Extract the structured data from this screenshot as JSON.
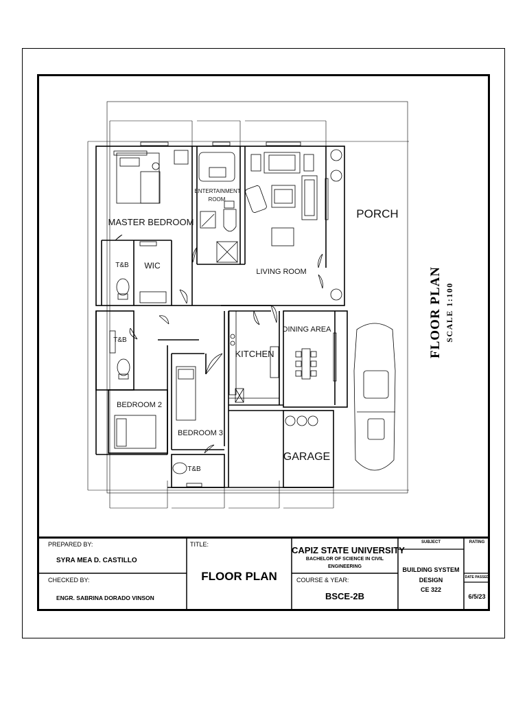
{
  "plan": {
    "title": "FLOOR PLAN",
    "scale": "SCALE 1:100",
    "rooms": {
      "master_bedroom": "MASTER BEDROOM",
      "entertainment_room": [
        "ENTERTAINMENT",
        "ROOM"
      ],
      "living_room": "LIVING ROOM",
      "porch": "PORCH",
      "tb_master": "T&B",
      "wic": "WIC",
      "tb_2": "T&B",
      "bedroom_2": "BEDROOM 2",
      "kitchen": "KITCHEN",
      "dining_area": "DINING AREA",
      "bedroom_3": "BEDROOM 3",
      "garage": "GARAGE",
      "tb_3": "T&B"
    }
  },
  "titleblock": {
    "prepared_by_label": "PREPARED BY:",
    "prepared_by": "SYRA MEA D. CASTILLO",
    "checked_by_label": "CHECKED BY:",
    "checked_by": "ENGR. SABRINA DORADO VINSON",
    "title_label": "TITLE:",
    "title": "FLOOR PLAN",
    "school": "CAPIZ STATE UNIVERSITY",
    "program_line1": "BACHELOR OF SCIENCE IN CIVIL",
    "program_line2": "ENGINEERING",
    "course_label": "COURSE & YEAR:",
    "course": "BSCE-2B",
    "subject_label": "SUBJECT",
    "subject_line1": "BUILDING SYSTEM",
    "subject_line2": "DESIGN",
    "subject_code": "CE 322",
    "rating_label": "RATING",
    "date_label": "DATE PASSED",
    "date": "6/5/23"
  }
}
